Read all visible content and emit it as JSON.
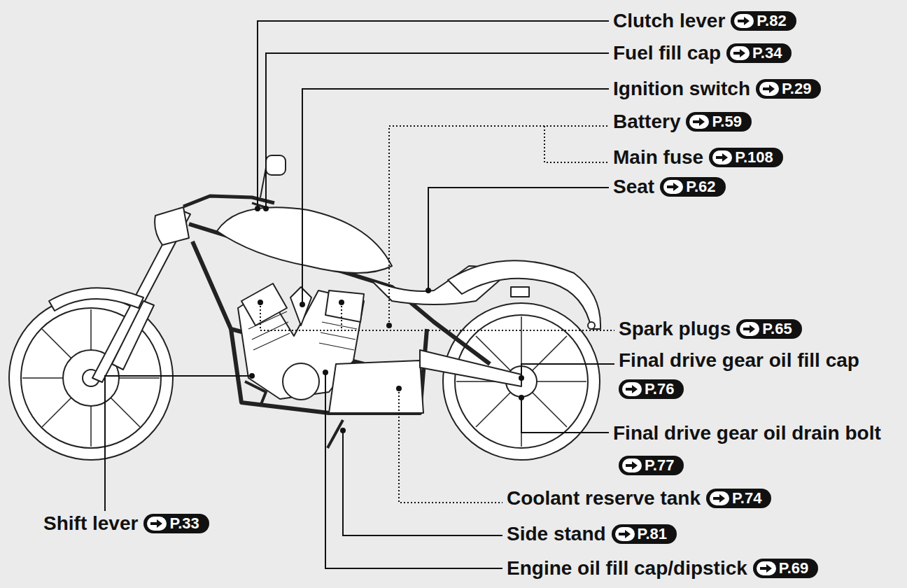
{
  "diagram": {
    "labels": [
      "Clutch lever",
      "P.82",
      "Fuel fill cap",
      "P.34",
      "Ignition switch",
      "P.29",
      "Battery",
      "P.59",
      "Main fuse",
      "P.108",
      "Seat",
      "P.62",
      "Spark plugs",
      "P.65",
      "Final drive gear oil fill cap",
      "P.76",
      "Final drive gear oil drain bolt",
      "P.77",
      "Coolant reserve tank",
      "P.74",
      "Side stand",
      "P.81",
      "Engine oil fill cap/dipstick",
      "P.69",
      "Shift lever",
      "P.33"
    ]
  }
}
